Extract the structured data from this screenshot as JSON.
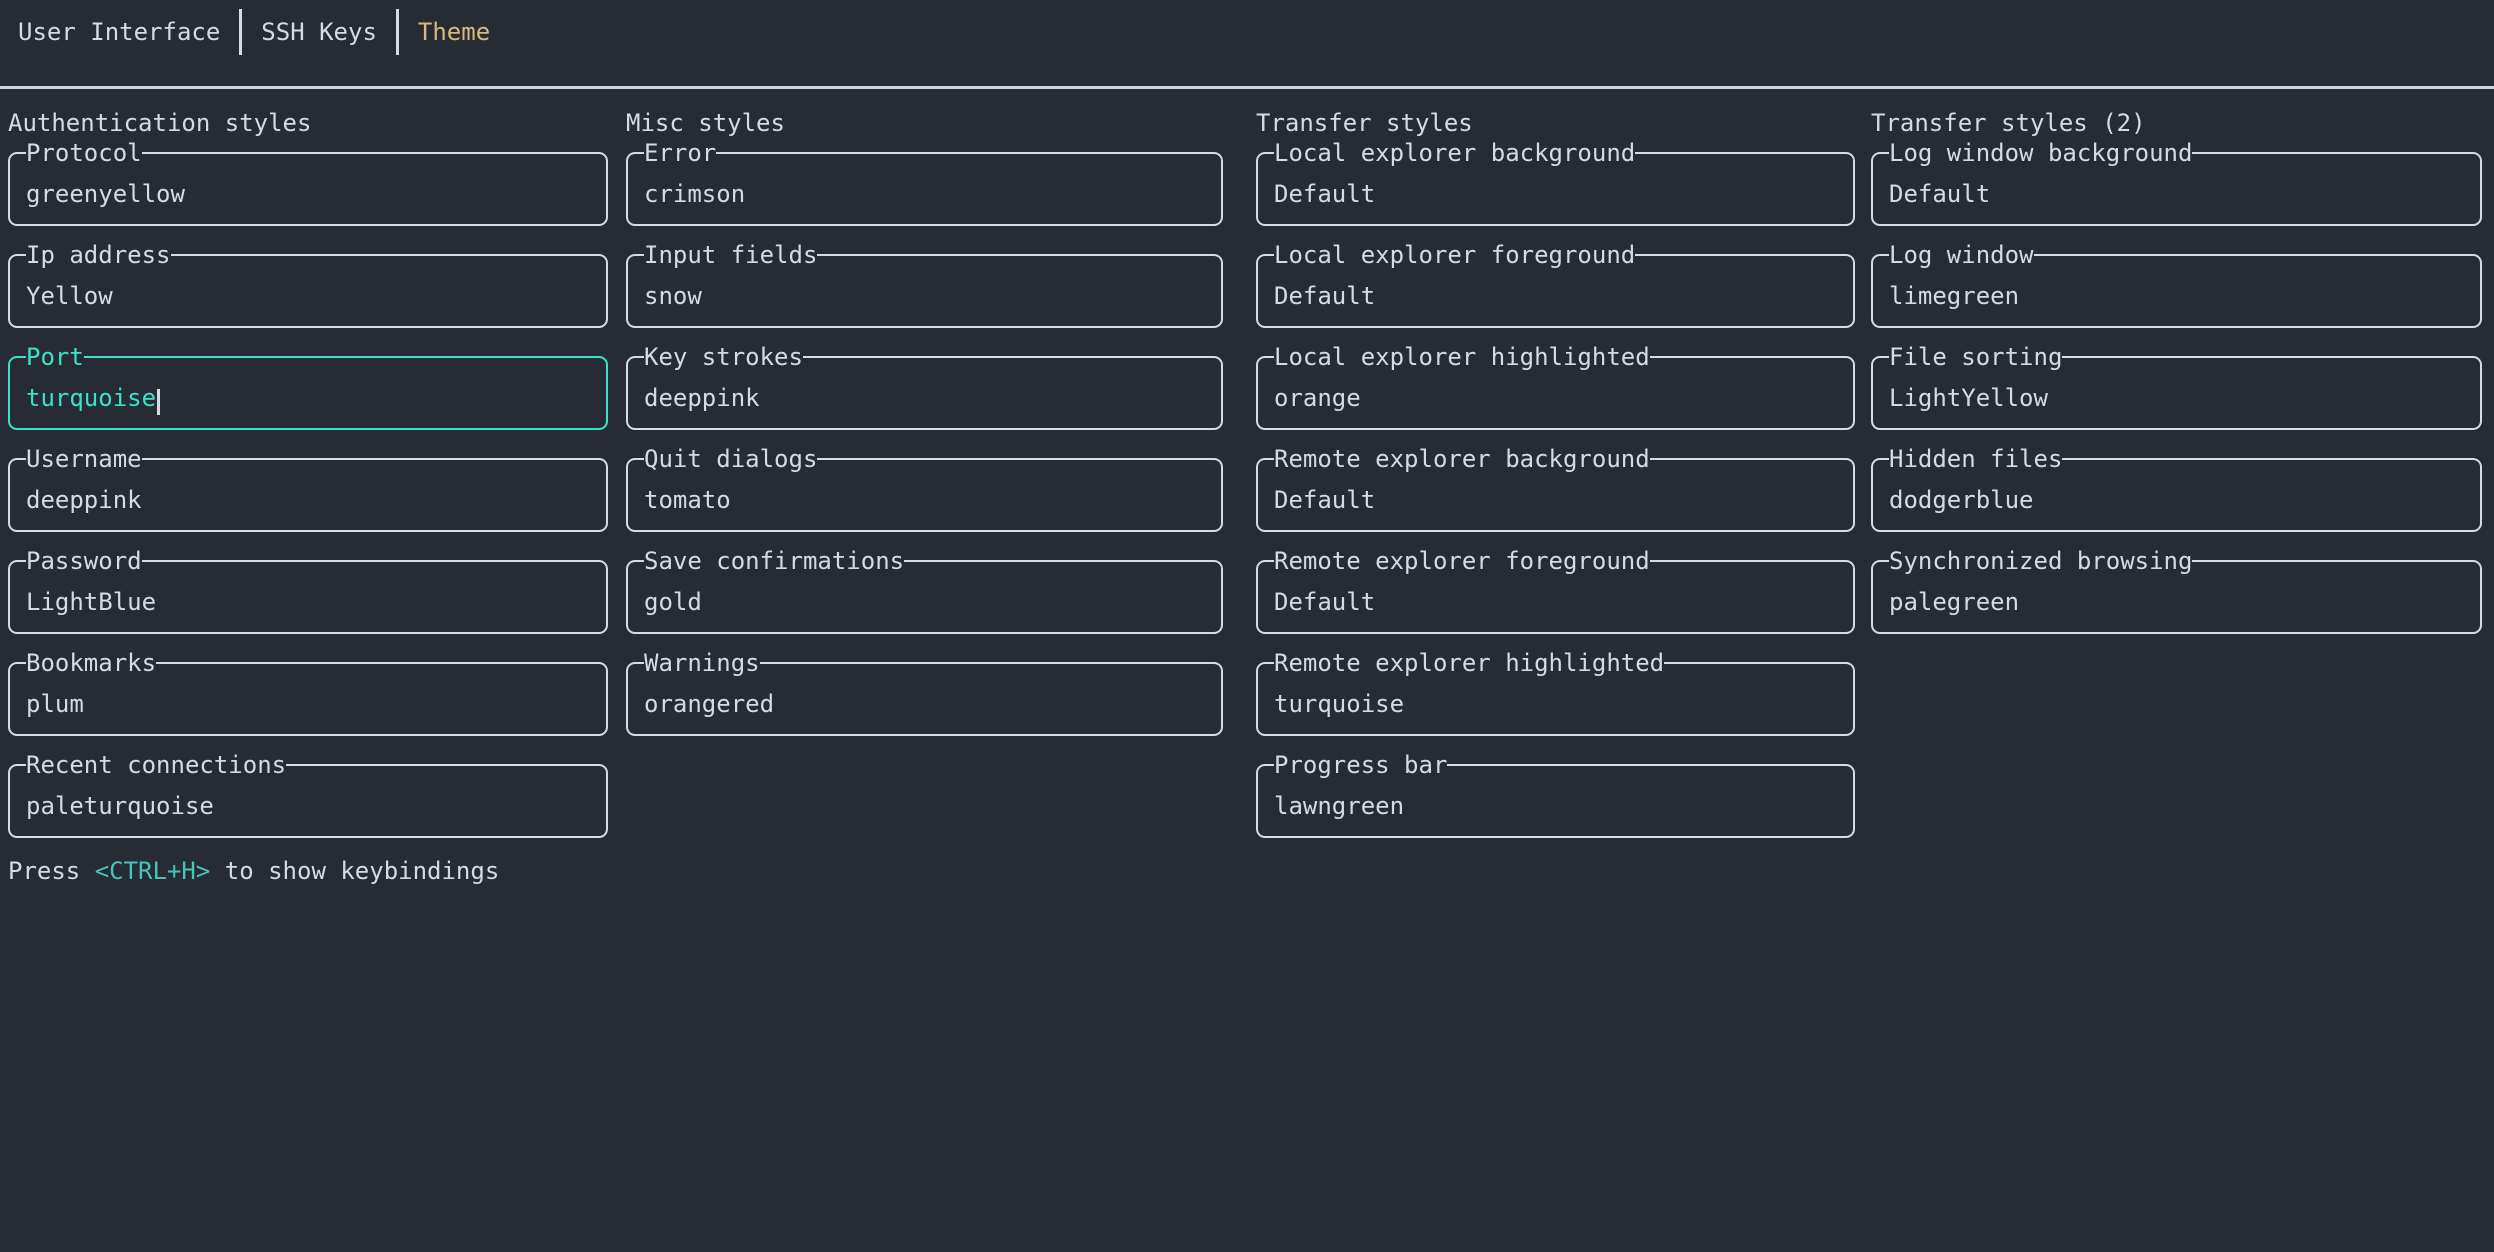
{
  "colors": {
    "background": "#272b34",
    "foreground": "#d6dbe3",
    "focus_accent": "#3ae2c8",
    "active_tab": "#d7b97d",
    "status_key": "#45c5b8"
  },
  "tabs": {
    "items": [
      {
        "label": "User Interface",
        "active": false
      },
      {
        "label": "SSH Keys",
        "active": false
      },
      {
        "label": "Theme",
        "active": true
      }
    ]
  },
  "columns": [
    {
      "title": "Authentication styles",
      "fields": [
        {
          "label": "Protocol",
          "value": "greenyellow",
          "focused": false
        },
        {
          "label": "Ip address",
          "value": "Yellow",
          "focused": false
        },
        {
          "label": "Port",
          "value": "turquoise",
          "focused": true
        },
        {
          "label": "Username",
          "value": "deeppink",
          "focused": false
        },
        {
          "label": "Password",
          "value": "LightBlue",
          "focused": false
        },
        {
          "label": "Bookmarks",
          "value": "plum",
          "focused": false
        },
        {
          "label": "Recent connections",
          "value": "paleturquoise",
          "focused": false
        }
      ]
    },
    {
      "title": "Misc styles",
      "fields": [
        {
          "label": "Error",
          "value": "crimson",
          "focused": false
        },
        {
          "label": "Input fields",
          "value": "snow",
          "focused": false
        },
        {
          "label": "Key strokes",
          "value": "deeppink",
          "focused": false
        },
        {
          "label": "Quit dialogs",
          "value": "tomato",
          "focused": false
        },
        {
          "label": "Save confirmations",
          "value": "gold",
          "focused": false
        },
        {
          "label": "Warnings",
          "value": "orangered",
          "focused": false
        }
      ]
    },
    {
      "title": "Transfer styles",
      "fields": [
        {
          "label": "Local explorer background",
          "value": "Default",
          "focused": false
        },
        {
          "label": "Local explorer foreground",
          "value": "Default",
          "focused": false
        },
        {
          "label": "Local explorer highlighted",
          "value": "orange",
          "focused": false
        },
        {
          "label": "Remote explorer background",
          "value": "Default",
          "focused": false
        },
        {
          "label": "Remote explorer foreground",
          "value": "Default",
          "focused": false
        },
        {
          "label": "Remote explorer highlighted",
          "value": "turquoise",
          "focused": false
        },
        {
          "label": "Progress bar",
          "value": "lawngreen",
          "focused": false
        }
      ]
    },
    {
      "title": "Transfer styles (2)",
      "fields": [
        {
          "label": "Log window background",
          "value": "Default",
          "focused": false
        },
        {
          "label": "Log window",
          "value": "limegreen",
          "focused": false
        },
        {
          "label": "File sorting",
          "value": "LightYellow",
          "focused": false
        },
        {
          "label": "Hidden files",
          "value": "dodgerblue",
          "focused": false
        },
        {
          "label": "Synchronized browsing",
          "value": "palegreen",
          "focused": false
        }
      ]
    }
  ],
  "status": {
    "prefix": "Press ",
    "key": "<CTRL+H>",
    "suffix": " to show keybindings"
  }
}
